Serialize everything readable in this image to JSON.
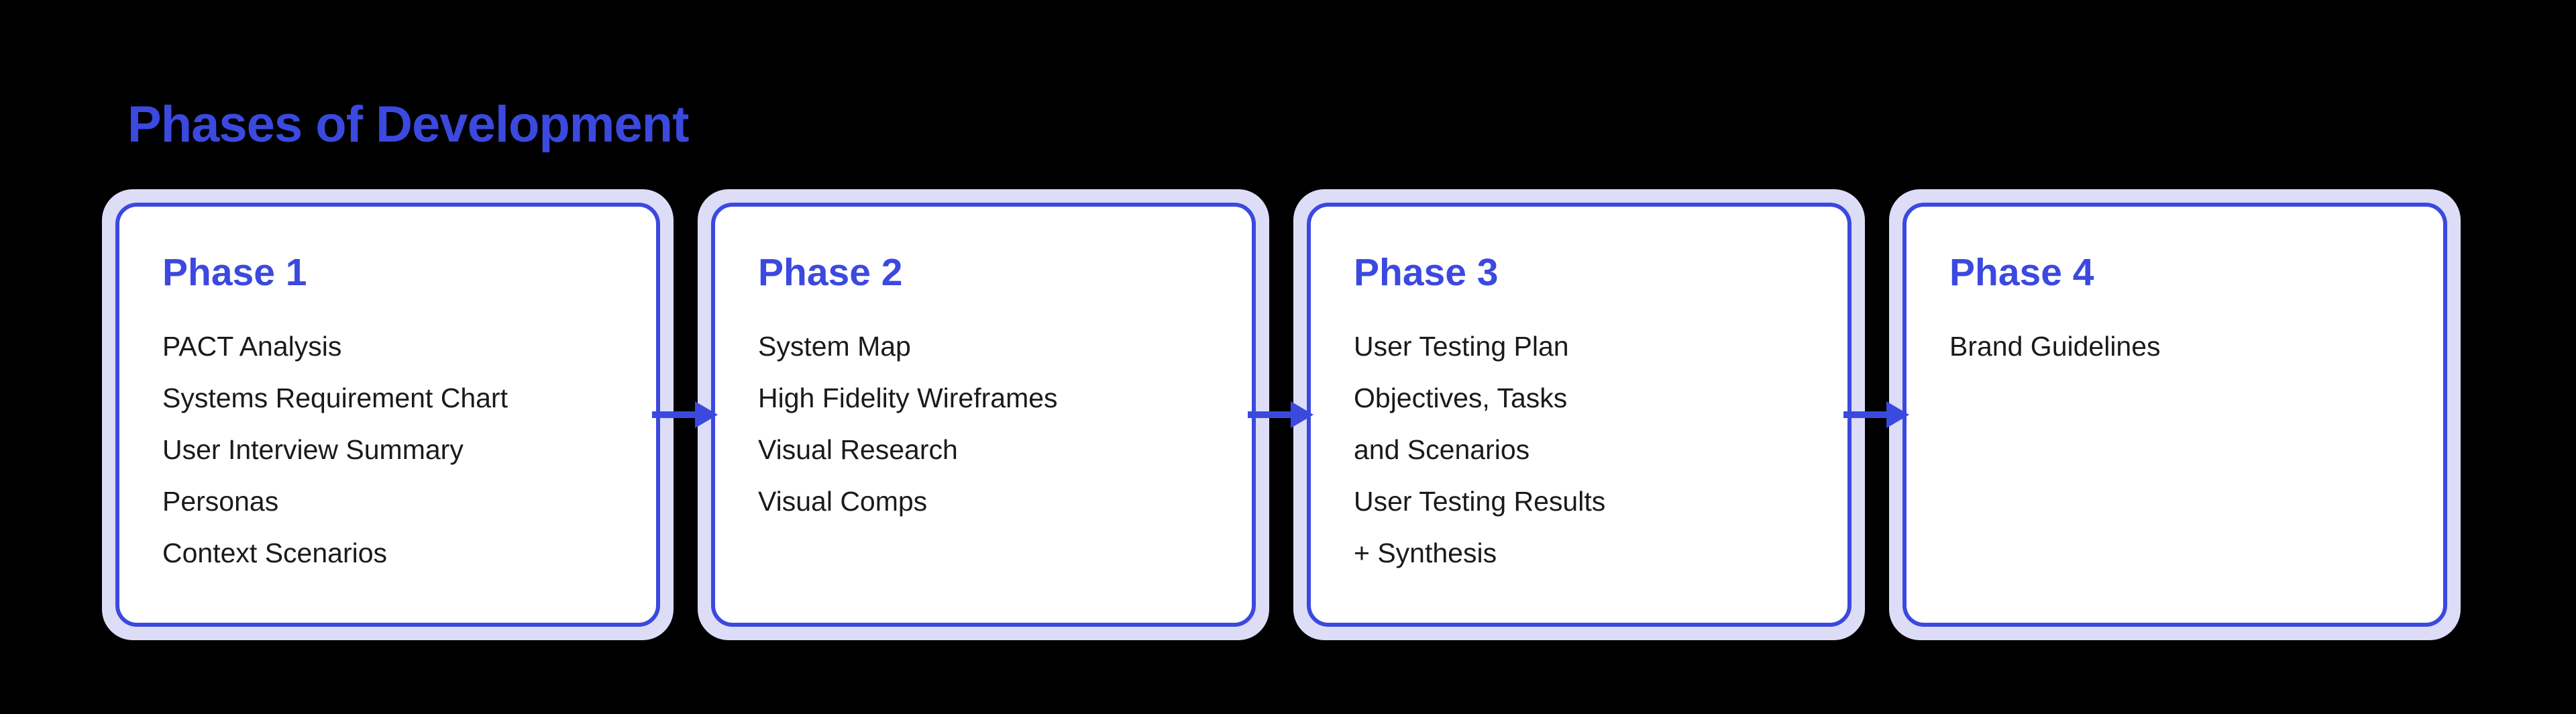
{
  "title": "Phases of Development",
  "colors": {
    "accent": "#3B49DF",
    "ring": "#DDDDF8",
    "card_bg": "#FFFFFF",
    "background": "#000000",
    "text": "#1A1A1A"
  },
  "phases": [
    {
      "label": "Phase 1",
      "items": [
        "PACT Analysis",
        "Systems Requirement Chart",
        "User Interview Summary",
        "Personas",
        "Context Scenarios"
      ]
    },
    {
      "label": "Phase 2",
      "items": [
        "System Map",
        "High Fidelity Wireframes",
        "Visual Research",
        "Visual Comps"
      ]
    },
    {
      "label": "Phase 3",
      "items": [
        "User Testing Plan",
        "Objectives, Tasks",
        "and Scenarios",
        "User Testing Results",
        "+ Synthesis"
      ]
    },
    {
      "label": "Phase 4",
      "items": [
        "Brand Guidelines"
      ]
    }
  ]
}
